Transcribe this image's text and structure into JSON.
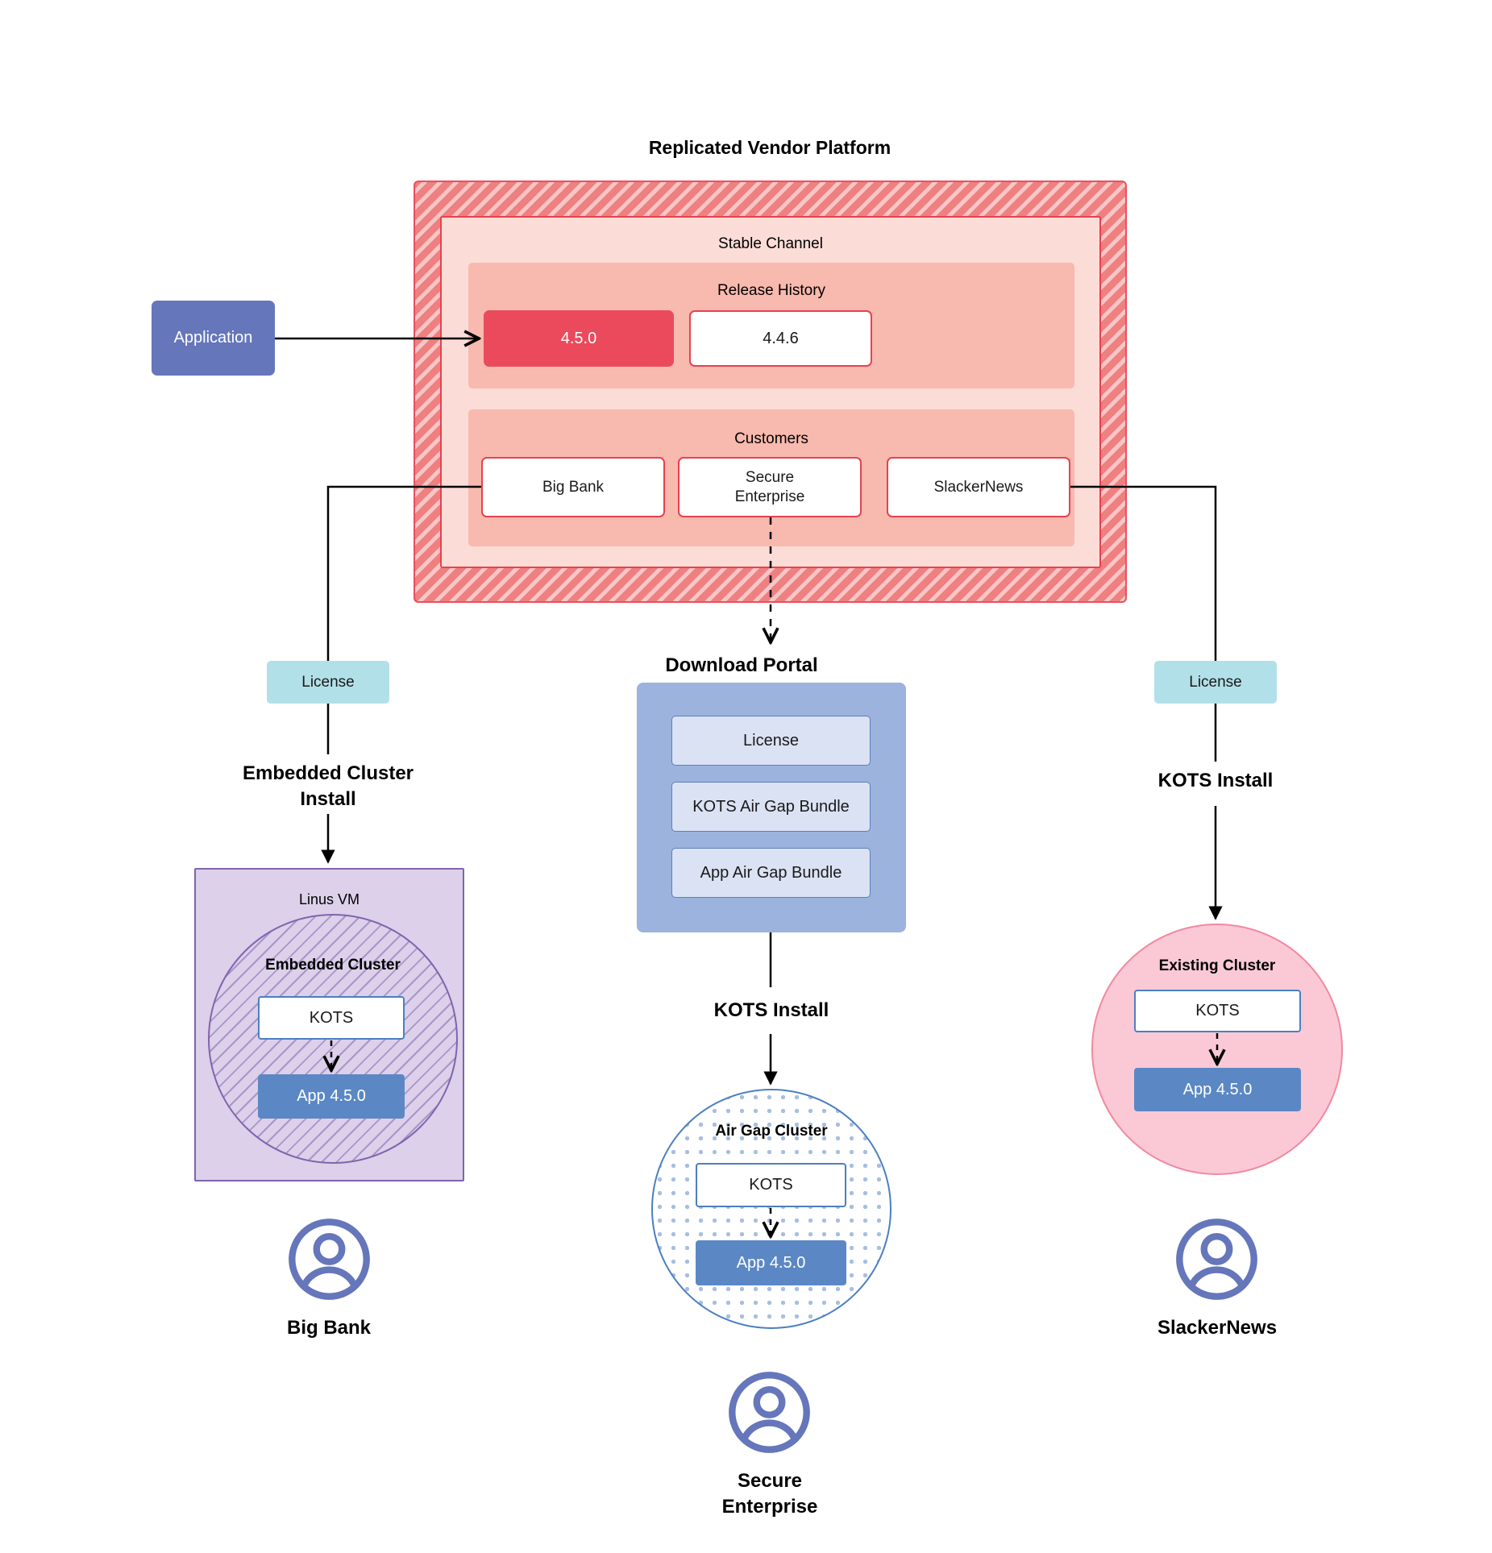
{
  "diagram": {
    "title": "Replicated Vendor Platform",
    "platform": {
      "channel_title": "Stable Channel",
      "release_history": {
        "title": "Release History",
        "releases": [
          {
            "version": "4.5.0",
            "state": "current"
          },
          {
            "version": "4.4.6",
            "state": "previous"
          }
        ]
      },
      "customers": {
        "title": "Customers",
        "items": [
          {
            "name": "Big Bank"
          },
          {
            "name": "Secure\nEnterprise"
          },
          {
            "name": "SlackerNews"
          }
        ]
      }
    },
    "application_box": {
      "label": "Application"
    },
    "download_portal": {
      "title": "Download  Portal",
      "items": [
        {
          "label": "License"
        },
        {
          "label": "KOTS Air Gap Bundle"
        },
        {
          "label": "App Air Gap Bundle"
        }
      ]
    },
    "paths": {
      "left": {
        "license_label": "License",
        "install_label": "Embedded Cluster\nInstall",
        "host": {
          "title": "Linus VM"
        },
        "cluster": {
          "title": "Embedded Cluster"
        },
        "kots_label": "KOTS",
        "app_label": "App 4.5.0",
        "customer_name": "Big Bank",
        "avatar_icon": "user-avatar-icon"
      },
      "middle": {
        "install_label": "KOTS Install",
        "cluster": {
          "title": "Air Gap Cluster"
        },
        "kots_label": "KOTS",
        "app_label": "App 4.5.0",
        "customer_name": "Secure\nEnterprise",
        "avatar_icon": "user-avatar-icon"
      },
      "right": {
        "license_label": "License",
        "install_label": "KOTS Install",
        "cluster": {
          "title": "Existing Cluster"
        },
        "kots_label": "KOTS",
        "app_label": "App 4.5.0",
        "customer_name": "SlackerNews",
        "avatar_icon": "user-avatar-icon"
      }
    }
  },
  "colors": {
    "platform_hatch": "#ef8080",
    "platform_border": "#ea4f5e",
    "channel_fill": "#fbdcd7",
    "panel_fill": "#f8b9ae",
    "release_current": "#ea4a5c",
    "application_fill": "#6576bb",
    "license_fill": "#b2e0e9",
    "portal_fill": "#9cb3dd",
    "portal_item_fill": "#dbe2f4",
    "vm_fill": "#dcd0ea",
    "vm_border": "#8163ad",
    "cluster_blue": "#4c7fc0",
    "existing_cluster_fill": "#fbc9d6",
    "app_version_fill": "#5b88c4",
    "avatar_stroke": "#6576bb",
    "connector": "#000000"
  }
}
